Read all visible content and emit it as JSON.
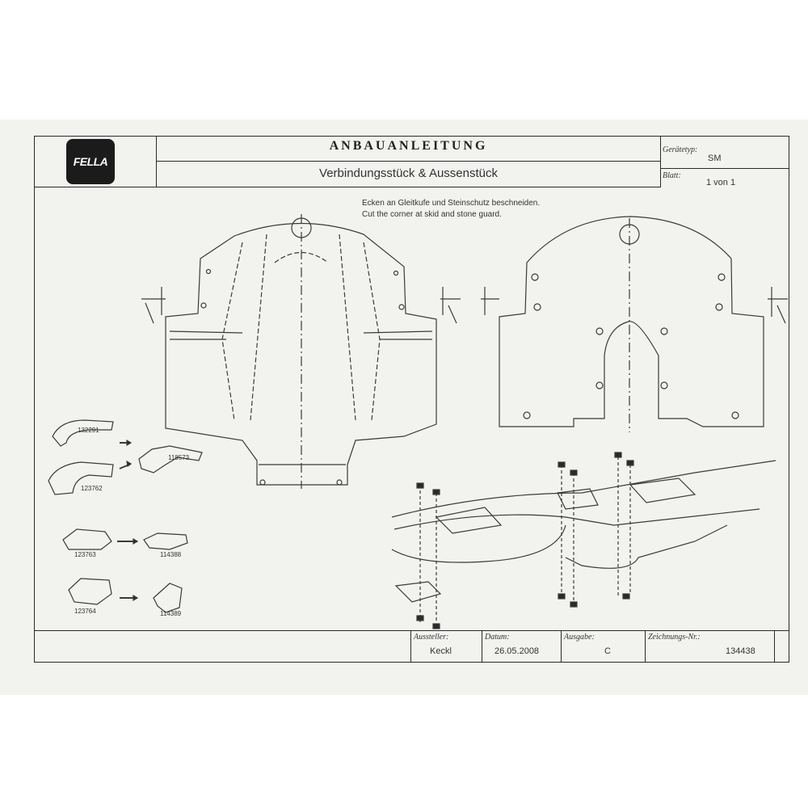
{
  "header": {
    "logo_text": "FELLA",
    "title": "ANBAUANLEITUNG",
    "subtitle": "Verbindungsstück & Aussenstück",
    "geraetetyp_label": "Gerätetyp:",
    "geraetetyp_value": "SM",
    "blatt_label": "Blatt:",
    "blatt_value": "1 von 1"
  },
  "note": {
    "line_de": "Ecken an Gleitkufe und Steinschutz beschneiden.",
    "line_en": "Cut the corner at skid and stone guard."
  },
  "parts": [
    {
      "number": "132291"
    },
    {
      "number": "123762"
    },
    {
      "number": "118573"
    },
    {
      "number": "123763"
    },
    {
      "number": "114388"
    },
    {
      "number": "123764"
    },
    {
      "number": "114389"
    }
  ],
  "footer": {
    "aussteller_label": "Aussteller:",
    "aussteller_value": "Keckl",
    "datum_label": "Datum:",
    "datum_value": "26.05.2008",
    "ausgabe_label": "Ausgabe:",
    "ausgabe_value": "C",
    "zeichnungs_label": "Zeichnungs-Nr.:",
    "zeichnungs_value": "134438"
  }
}
